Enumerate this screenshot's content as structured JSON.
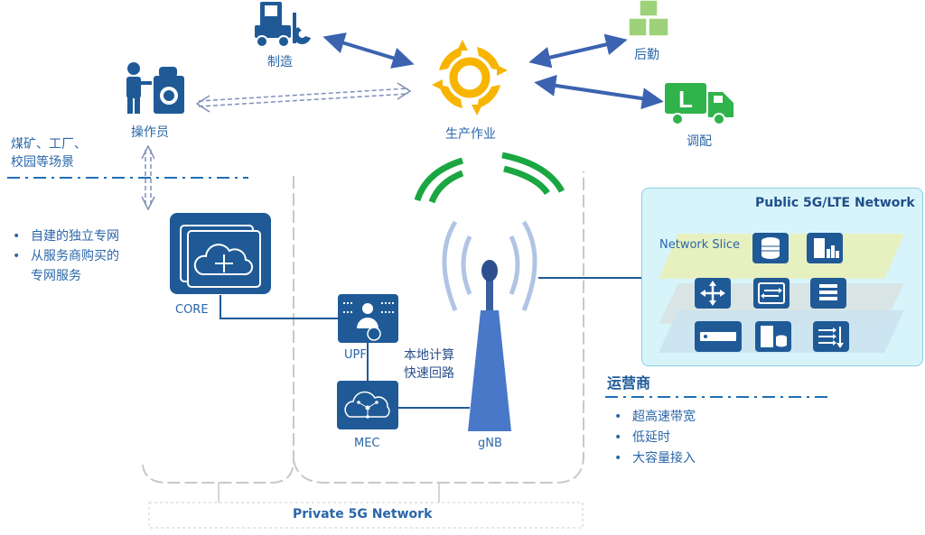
{
  "labels": {
    "manufacturing": "制造",
    "operator": "操作员",
    "production": "生产作业",
    "logistics": "后勤",
    "dispatch": "调配",
    "scenarios": "煤矿、工厂、\n校园等场景",
    "core": "CORE",
    "upf": "UPF",
    "mec": "MEC",
    "gnb": "gNB",
    "local_compute": "本地计算\n快速回路",
    "operator_carrier": "运营商",
    "public_network": "Public 5G/LTE Network",
    "network_slice": "Network Slice",
    "private_network": "Private 5G Network"
  },
  "private_bullets": [
    "自建的独立专网",
    "从服务商购买的\n专网服务"
  ],
  "carrier_bullets": [
    "超高速带宽",
    "低延时",
    "大容量接入"
  ],
  "colors": {
    "brand_blue": "#1f5a97",
    "text_blue": "#2a66a8",
    "arrow_blue": "#3b63b0",
    "gear_yellow": "#f7b500",
    "signal_green": "#1aa640",
    "truck_green": "#2fb34a",
    "box_green": "#9ed27a",
    "antenna_blue": "#4a78c8",
    "panel_bg": "#d8f4fb"
  },
  "icons": {
    "manufacturing": "forklift-icon",
    "operator": "worker-icon",
    "production": "gear-cycle-icon",
    "logistics": "stacked-boxes-icon",
    "dispatch": "truck-icon",
    "core": "cloud-router-icon",
    "upf": "user-server-icon",
    "mec": "cloud-nodes-icon",
    "gnb": "antenna-tower-icon"
  }
}
